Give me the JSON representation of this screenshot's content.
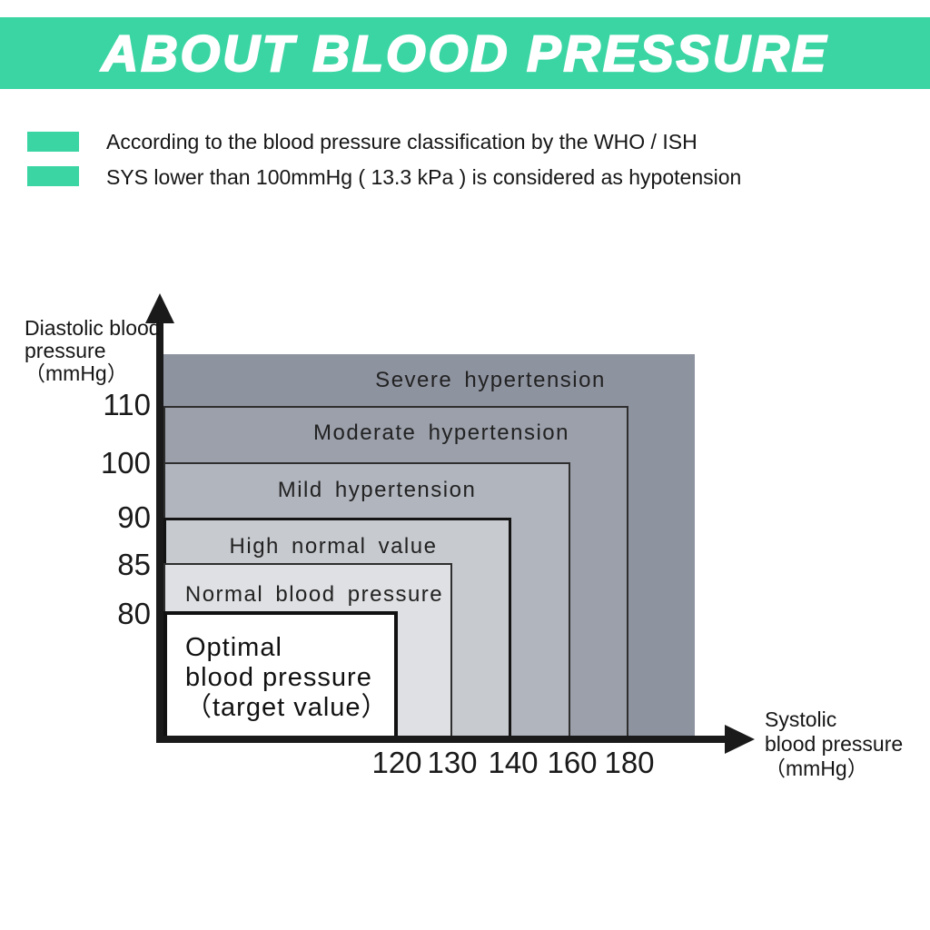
{
  "header": {
    "title": "ABOUT BLOOD PRESSURE",
    "bg_color": "#3bd5a3",
    "text_color": "#ffffff"
  },
  "notes": [
    "According to the blood pressure classification by the WHO / ISH",
    "SYS lower than 100mmHg ( 13.3 kPa ) is considered as hypotension"
  ],
  "chart_data": {
    "type": "area",
    "title": "",
    "xlabel": "Systolic blood pressure （mmHg）",
    "ylabel": "Diastolic blood pressure （mmHg）",
    "xlabel_lines": [
      "Systolic",
      "blood pressure",
      "（mmHg）"
    ],
    "ylabel_lines": [
      "Diastolic blood",
      "pressure",
      "（mmHg）"
    ],
    "x_ticks": [
      "120",
      "130",
      "140",
      "160",
      "180"
    ],
    "y_ticks": [
      "110",
      "100",
      "90",
      "85",
      "80"
    ],
    "axis_color": "#1a1a1a",
    "legend": "none",
    "grid": false,
    "categories": [
      {
        "label": "Severe hypertension",
        "systolic_mmHg": [
          180,
          null
        ],
        "diastolic_mmHg": [
          110,
          null
        ],
        "color": "#8e93a0"
      },
      {
        "label": "Moderate hypertension",
        "systolic_mmHg": [
          160,
          180
        ],
        "diastolic_mmHg": [
          100,
          110
        ],
        "color": "#9ba0ab"
      },
      {
        "label": "Mild hypertension",
        "systolic_mmHg": [
          140,
          160
        ],
        "diastolic_mmHg": [
          90,
          100
        ],
        "color": "#b1b5be"
      },
      {
        "label": "High normal value",
        "systolic_mmHg": [
          130,
          140
        ],
        "diastolic_mmHg": [
          85,
          90
        ],
        "color": "#c7cacf"
      },
      {
        "label": "Normal blood pressure",
        "systolic_mmHg": [
          120,
          130
        ],
        "diastolic_mmHg": [
          80,
          85
        ],
        "color": "#dfe0e3"
      },
      {
        "label": "Optimal blood pressure （target value）",
        "label_lines": [
          "Optimal",
          "blood pressure",
          "（target value）"
        ],
        "systolic_mmHg": [
          null,
          120
        ],
        "diastolic_mmHg": [
          null,
          80
        ],
        "color": "#ffffff"
      }
    ]
  }
}
